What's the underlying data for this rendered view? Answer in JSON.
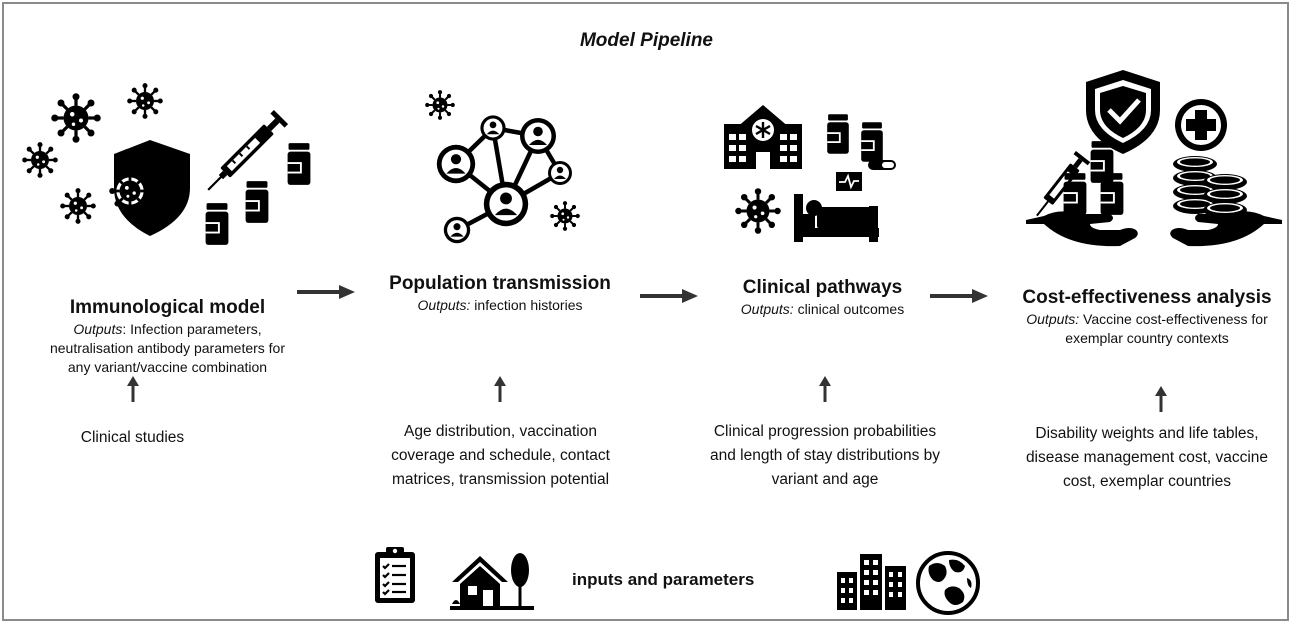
{
  "diagram": {
    "title": "Model Pipeline",
    "stages": [
      {
        "name": "Immunological model",
        "outputs_label": "Outputs",
        "outputs_text": ": Infection parameters, neutralisation antibody parameters for any variant/vaccine combination",
        "input": "Clinical studies",
        "icons": [
          "virus-icon",
          "shield-icon",
          "syringe-icon",
          "vial-icon"
        ]
      },
      {
        "name": "Population transmission",
        "outputs_label": "Outputs:",
        "outputs_text": " infection histories",
        "input": "Age distribution, vaccination coverage and schedule, contact matrices, transmission potential",
        "icons": [
          "network-icon",
          "person-icon",
          "virus-icon"
        ]
      },
      {
        "name": "Clinical pathways",
        "outputs_label": "Outputs:",
        "outputs_text": " clinical outcomes",
        "input": "Clinical progression probabilities and length of stay distributions by variant and age",
        "icons": [
          "hospital-icon",
          "vial-icon",
          "pill-icon",
          "virus-icon",
          "hospital-bed-icon",
          "heart-monitor-icon"
        ]
      },
      {
        "name": "Cost-effectiveness analysis",
        "outputs_label": "Outputs:",
        "outputs_text": " Vaccine cost-effectiveness for exemplar country contexts",
        "input": "Disability weights and life tables, disease management cost, vaccine cost, exemplar countries",
        "icons": [
          "syringe-icon",
          "vial-icon",
          "shield-check-icon",
          "medical-cross-icon",
          "coins-icon",
          "hand-icon"
        ]
      }
    ],
    "legend": {
      "label": "inputs and parameters",
      "icons": [
        "clipboard-icon",
        "house-icon",
        "buildings-icon",
        "globe-icon"
      ]
    },
    "colors": {
      "icon": "#000000",
      "arrow": "#333333",
      "frame": "#8a8a8a"
    }
  }
}
